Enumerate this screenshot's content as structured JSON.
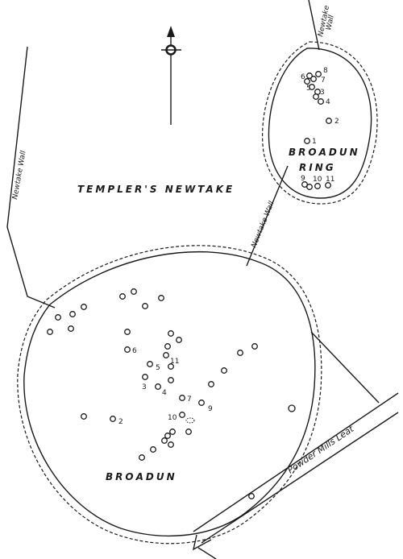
{
  "labels": {
    "templers_newtake": "TEMPLER'S NEWTAKE",
    "broadun": "BROADUN",
    "broadun_ring_line1": "BROADUN",
    "broadun_ring_line2": "RING",
    "newtake_wall_left": "Newtake Wall",
    "newtake_wall_middle": "Newtake Wall",
    "newtake_wall_top_line1": "Newtake",
    "newtake_wall_top_line2": "Wall",
    "powder_mills_leat": "Powder Mills Leat"
  },
  "broadun_ring_huts": [
    "1",
    "2",
    "3",
    "4",
    "5",
    "6",
    "7",
    "8",
    "9",
    "10",
    "11"
  ],
  "broadun_huts": [
    "2",
    "3",
    "4",
    "5",
    "6",
    "7",
    "9",
    "10",
    "11"
  ]
}
